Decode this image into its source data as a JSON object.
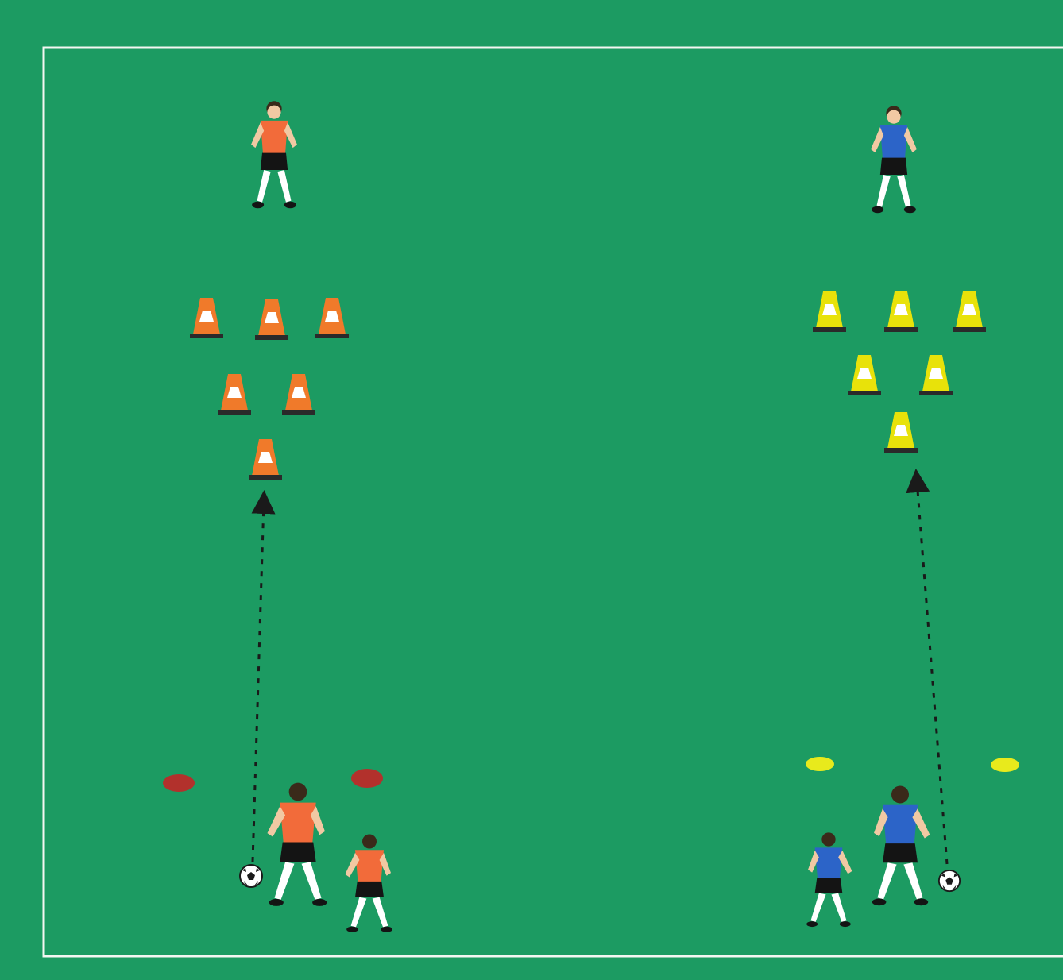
{
  "colors": {
    "pitch": "#1c9b62",
    "line": "#f3f7f2",
    "orange_team": "#f26b3a",
    "blue_team": "#2c64c8",
    "orange_cone": "#f07a2a",
    "yellow_cone": "#e8e20a",
    "red_marker": "#b2312c",
    "yellow_marker": "#e8ea1c",
    "shorts": "#141414",
    "skin": "#f1c9a3",
    "arrow": "#1a1a1a"
  },
  "groups": [
    {
      "id": "orange-group",
      "team_color": "orange",
      "cone_color": "orange",
      "marker_color": "red",
      "players": 3,
      "cones_rows": [
        3,
        2,
        1
      ],
      "ball": "soccer-ball"
    },
    {
      "id": "blue-group",
      "team_color": "blue",
      "cone_color": "yellow",
      "marker_color": "yellow",
      "players": 3,
      "cones_rows": [
        3,
        2,
        1
      ],
      "ball": "soccer-ball"
    }
  ],
  "icons": {
    "cone": "training-cone-icon",
    "marker": "disc-marker-icon",
    "ball": "soccer-ball-icon",
    "player": "player-icon",
    "path": "dashed-arrow-icon"
  }
}
